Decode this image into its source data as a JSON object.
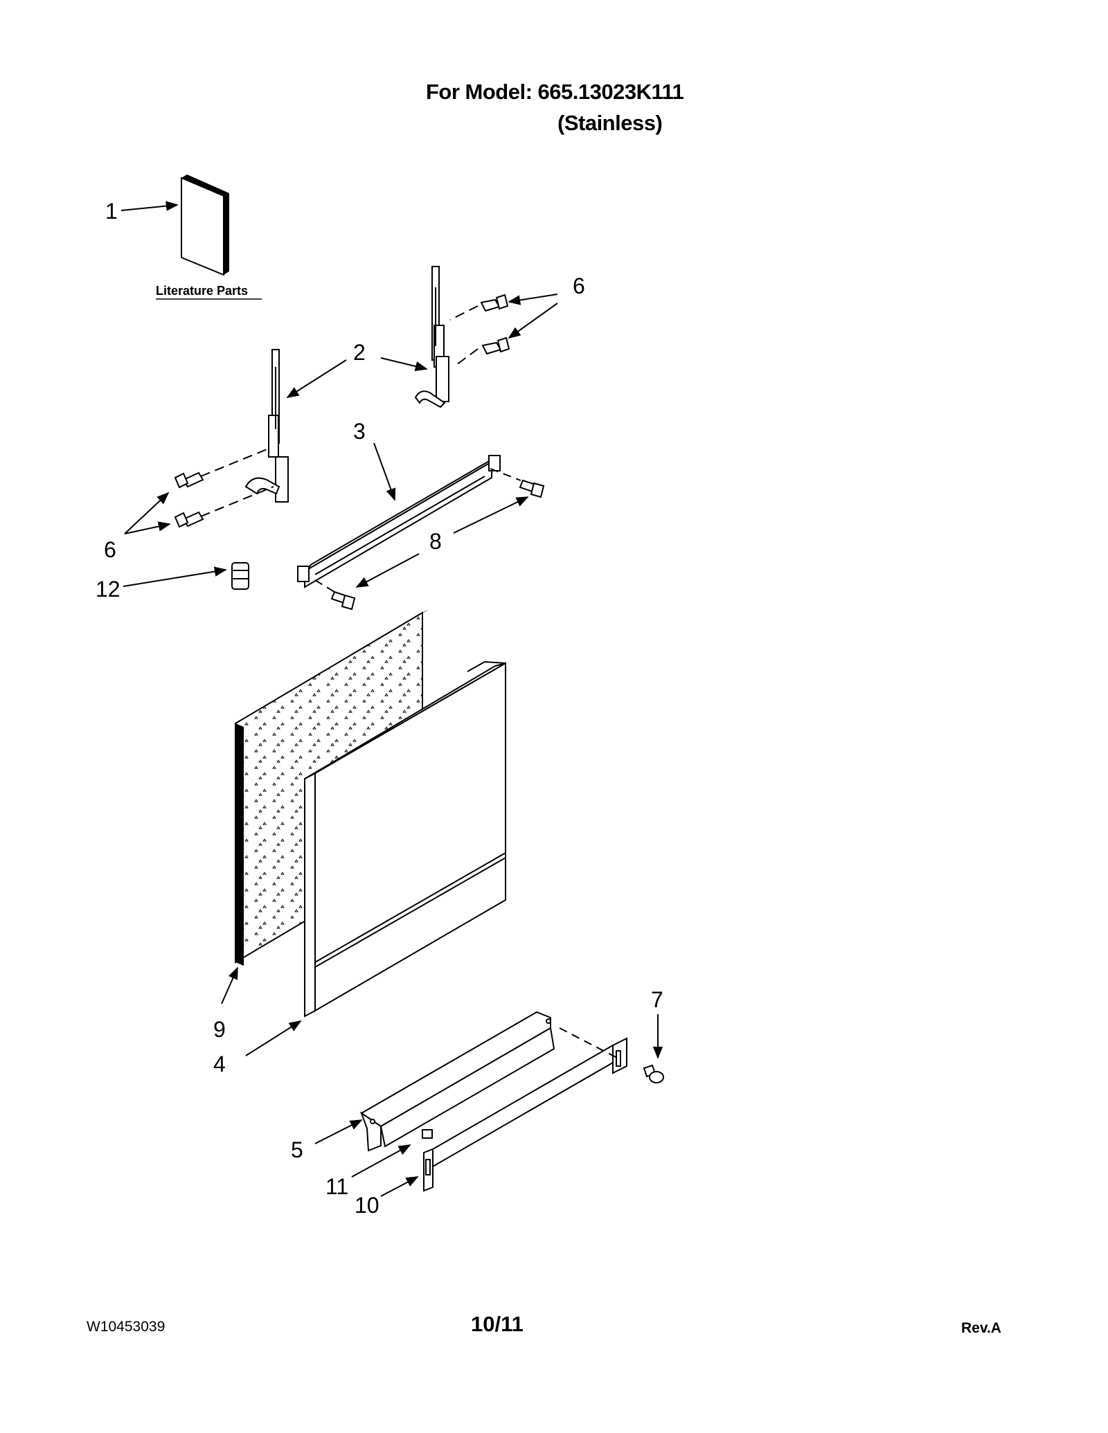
{
  "header": {
    "model_line": "For Model: 665.13023K111",
    "finish": "(Stainless)"
  },
  "diagram": {
    "literature_label": "Literature Parts",
    "callouts": [
      "1",
      "2",
      "3",
      "4",
      "5",
      "6",
      "6",
      "7",
      "8",
      "9",
      "10",
      "11",
      "12"
    ]
  },
  "footer": {
    "doc_number": "W10453039",
    "page": "10/11",
    "revision": "Rev.A"
  }
}
